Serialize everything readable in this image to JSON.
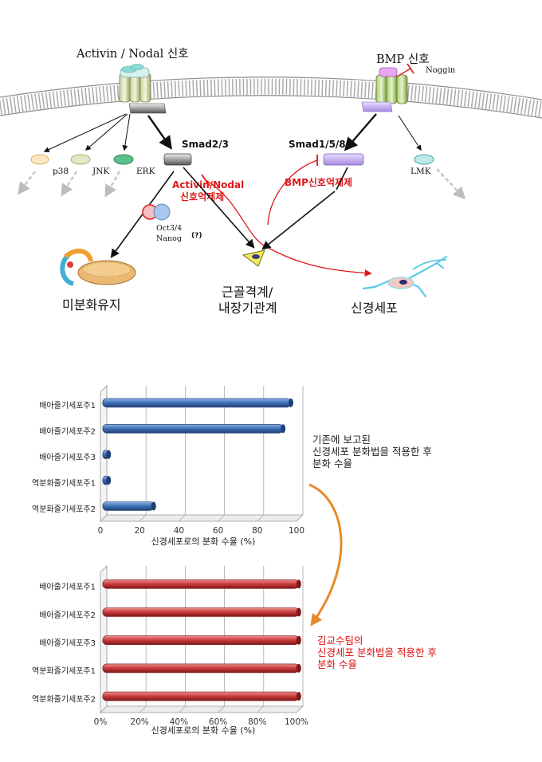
{
  "pathway": {
    "activin_label": "Activin / Nodal 신호",
    "bmp_label": "BMP 신호",
    "noggin_label": "Noggin",
    "smad23_label": "Smad2/3",
    "smad158_label": "Smad1/5/8",
    "kinases": [
      "p38",
      "JNK",
      "ERK",
      "LMK"
    ],
    "activin_inhibitor_label": [
      "Activin/Nodal",
      "신호억제제"
    ],
    "bmp_inhibitor_label": "BMP신호억제제",
    "oct_label": [
      "Oct3/4",
      "Nanog"
    ],
    "oct_question": "(?)",
    "outcome_undiff": "미분화유지",
    "outcome_meso": [
      "근골격계/",
      "내장기관계"
    ],
    "outcome_neuron": "신경세포"
  },
  "chart_data": [
    {
      "type": "bar",
      "categories": [
        "배아줄기세포주1",
        "배아줄기세포주2",
        "배아줄기세포주3",
        "역분화줄기세포주1",
        "역분화줄기세포주2"
      ],
      "values": [
        96,
        92,
        3,
        3,
        26
      ],
      "xlim": [
        0,
        100
      ],
      "xticks": [
        "0",
        "20",
        "40",
        "60",
        "80",
        "100"
      ],
      "xlabel": "신경세포로의 분화 수율 (%)",
      "color": "#3d6fb5",
      "annotation": [
        "기존에 보고된",
        "신경세포 분화법을 적용한 후",
        "분화 수율"
      ],
      "annotation_color": "#222222"
    },
    {
      "type": "bar",
      "categories": [
        "배아줄기세포주1",
        "배아줄기세포주2",
        "배아줄기세포주3",
        "역분화줄기세포주1",
        "역분화줄기세포주2"
      ],
      "values": [
        100,
        100,
        100,
        100,
        100
      ],
      "xlim": [
        0,
        100
      ],
      "xticks": [
        "0%",
        "20%",
        "40%",
        "60%",
        "80%",
        "100%"
      ],
      "xlabel": "신경세포로의 분화 수율 (%)",
      "color": "#c9393a",
      "annotation": [
        "김교수팀의",
        "신경세포 분화법을 적용한 후",
        "분화 수율"
      ],
      "annotation_color": "#e01010"
    }
  ],
  "colors": {
    "membrane": "#9a9a9a",
    "inhibit": "#e01818",
    "arrow_orange": "#e8892a"
  }
}
